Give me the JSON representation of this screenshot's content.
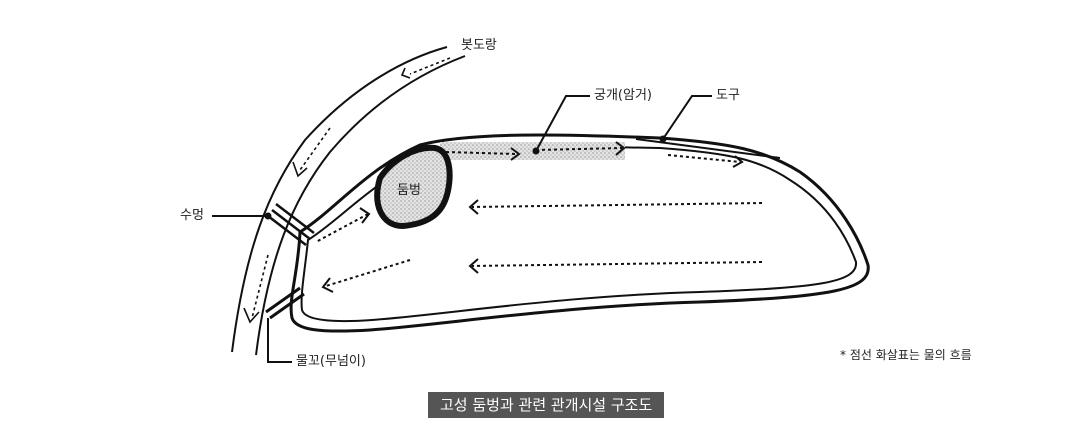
{
  "labels": {
    "upper_channel": "봇도랑",
    "culvert": "궁개(암거)",
    "drain": "도구",
    "outlet": "수멍",
    "water_gate": "물꼬(무넘이)",
    "pond": "둠벙"
  },
  "note": "* 점선 화살표는 물의 흐름",
  "caption": "고성 둠벙과 관련 관개시설 구조도",
  "colors": {
    "line": "#111111",
    "caption_bg": "#555555",
    "caption_text": "#ffffff",
    "pond_fill": "#cfcfcf"
  }
}
